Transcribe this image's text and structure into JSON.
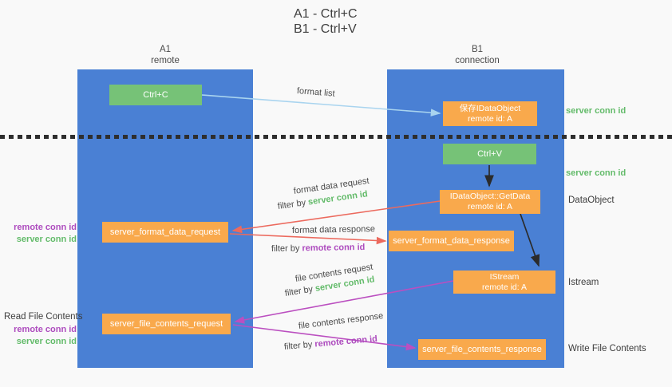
{
  "title": {
    "line1": "A1 - Ctrl+C",
    "line2": "B1 - Ctrl+V"
  },
  "lanes": {
    "a": {
      "name": "A1",
      "subtitle": "remote"
    },
    "b": {
      "name": "B1",
      "subtitle": "connection"
    }
  },
  "nodes": {
    "ctrl_c": {
      "label": "Ctrl+C"
    },
    "ctrl_v": {
      "label": "Ctrl+V"
    },
    "save_dataobject": {
      "line1": "保存IDataObject",
      "line2": "remote id: A"
    },
    "getdata": {
      "line1": "IDataObject::GetData",
      "line2": "remote id: A"
    },
    "istream": {
      "line1": "IStream",
      "line2": "remote id: A"
    },
    "server_format_data_request": {
      "label": "server_format_data_request"
    },
    "server_format_data_response": {
      "label": "server_format_data_response"
    },
    "server_file_contents_request": {
      "label": "server_file_contents_request"
    },
    "server_file_contents_response": {
      "label": "server_file_contents_response"
    }
  },
  "arrow_labels": {
    "format_list": "format list",
    "format_data_request": "format data request",
    "format_data_response": "format data response",
    "file_contents_request": "file contents request",
    "file_contents_response": "file contents response",
    "filter_by": "filter by",
    "server_conn_id": "server conn id",
    "remote_conn_id": "remote conn id"
  },
  "side_labels": {
    "server_conn_id_top": "server conn id",
    "server_conn_id_mid": "server conn id",
    "dataobject": "DataObject",
    "istream": "Istream",
    "write_file_contents": "Write File Contents",
    "read_file_contents": "Read File Contents",
    "remote_conn_id": "remote conn id",
    "server_conn_id": "server conn id"
  },
  "colors": {
    "lane-blue": "#4a80d4",
    "node-green": "#76c277",
    "node-orange": "#f9a94c",
    "text-green": "#63bb6a",
    "text-purple": "#ad4bbe",
    "arrow-red": "#ec6a5e",
    "arrow-magenta": "#bb4fc0",
    "arrow-blue": "#a9d4ef",
    "arrow-black": "#2b2b2b"
  }
}
